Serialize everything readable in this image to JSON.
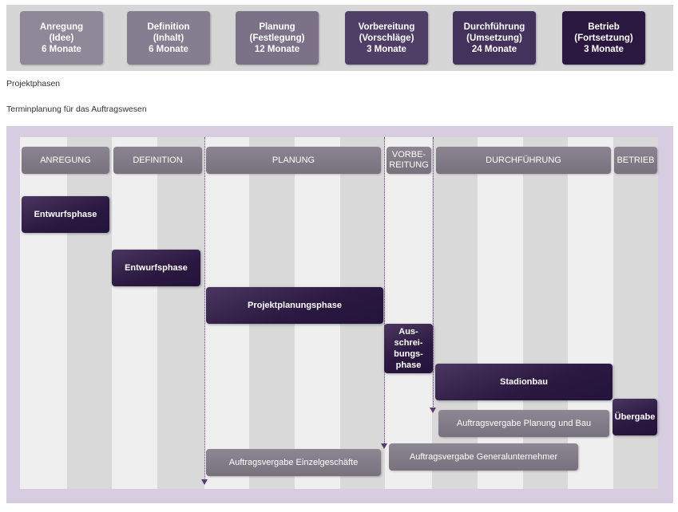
{
  "phases": [
    {
      "name": "Anregung",
      "sub": "(Idee)",
      "duration": "6 Monate",
      "color": "#8f8898"
    },
    {
      "name": "Definition",
      "sub": "(Inhalt)",
      "duration": "6 Monate",
      "color": "#857d90"
    },
    {
      "name": "Planung",
      "sub": "(Festlegung)",
      "duration": "12 Monate",
      "color": "#7b7287"
    },
    {
      "name": "Vorbereitung",
      "sub": "(Vorschläge)",
      "duration": "3 Monate",
      "color": "#4f3e66"
    },
    {
      "name": "Durchführung",
      "sub": "(Umsetzung)",
      "duration": "24 Monate",
      "color": "#43325b"
    },
    {
      "name": "Betrieb",
      "sub": "(Fortsetzung)",
      "duration": "3 Monate",
      "color": "#2a1840"
    }
  ],
  "captions": {
    "phases": "Projektphasen",
    "schedule": "Terminplanung für das Auftragswesen"
  },
  "gantt": {
    "headers": [
      "ANREGUNG",
      "DEFINITION",
      "PLANUNG",
      "VORBE-\nREITUNG",
      "DURCHFÜHRUNG",
      "BETRIEB"
    ],
    "tasks": {
      "t1": "Entwurfsphase",
      "t2": "Entwurfsphase",
      "t3": "Projektplanungsphase",
      "t4": "Aus-\nschrei-\nbungs-\nphase",
      "t5": "Stadionbau",
      "t6": "Übergabe",
      "t7": "Auftragsvergabe Planung und Bau",
      "t8": "Auftragsvergabe Generalunternehmer",
      "t9": "Auftragsvergabe Einzelgeschäfte"
    }
  }
}
